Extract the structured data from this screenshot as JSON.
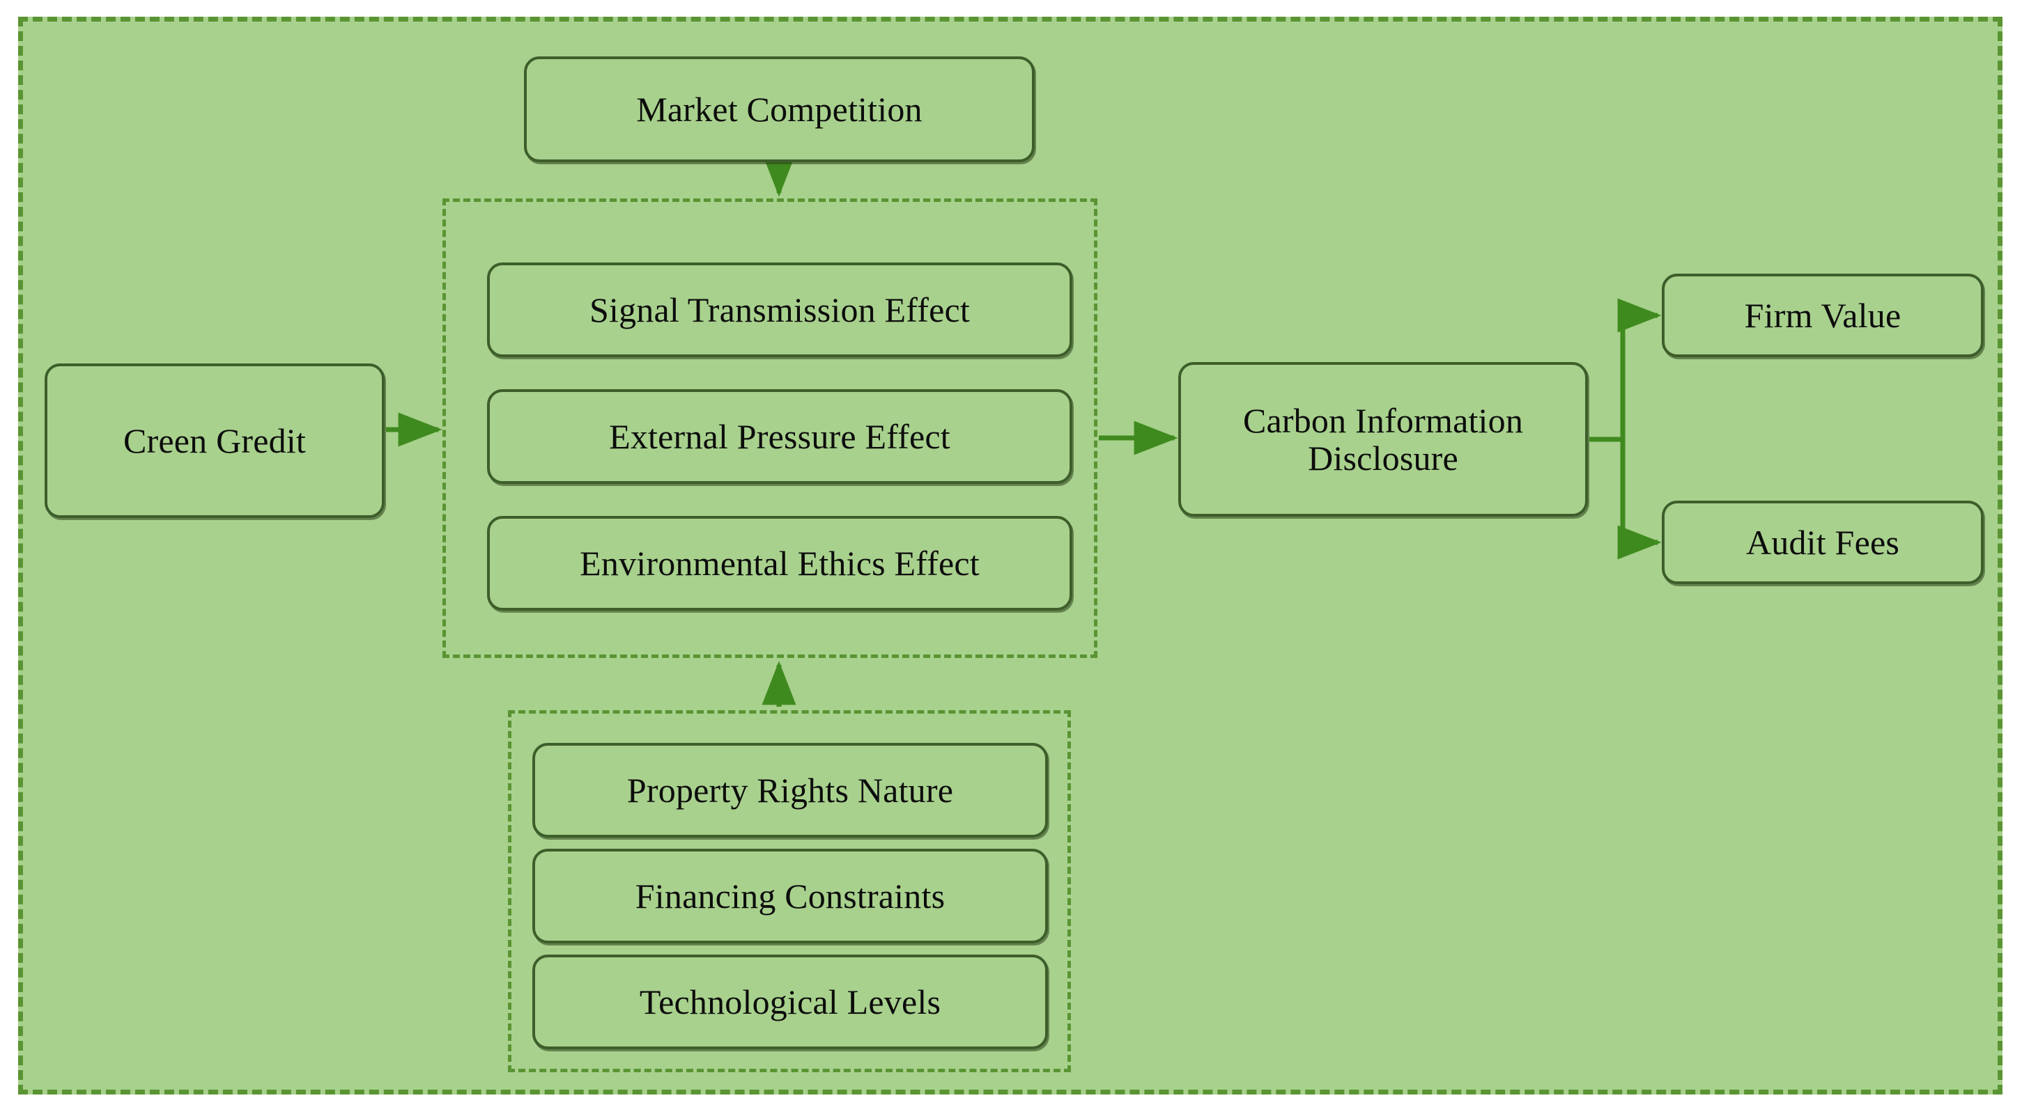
{
  "diagram": {
    "type": "flowchart",
    "title": "Green Credit and Carbon Information Disclosure Research Framework",
    "colors": {
      "panel_background": "#a8d18d",
      "dashed_border": "#5a9433",
      "node_border": "#3d5e2a",
      "arrow": "#3f8a1e",
      "text": "#0c0c0c"
    },
    "nodes": {
      "market_competition": "Market Competition",
      "green_credit": "Creen Gredit",
      "signal_transmission_effect": "Signal Transmission Effect",
      "external_pressure_effect": "External Pressure Effect",
      "environmental_ethics_effect": "Environmental Ethics Effect",
      "property_rights_nature": "Property Rights Nature",
      "financing_constraints": "Financing Constraints",
      "technological_levels": "Technological Levels",
      "carbon_information_disclosure": "Carbon Information\nDisclosure",
      "firm_value": "Firm Value",
      "audit_fees": "Audit Fees"
    },
    "groups": {
      "mechanism_group": "",
      "moderator_group": ""
    },
    "edges": [
      {
        "from": "market_competition",
        "to": "mechanism_group",
        "direction": "down",
        "style": "solid-arrow"
      },
      {
        "from": "green_credit",
        "to": "mechanism_group",
        "direction": "right",
        "style": "solid-arrow"
      },
      {
        "from": "mechanism_group",
        "to": "carbon_information_disclosure",
        "direction": "right",
        "style": "solid-arrow"
      },
      {
        "from": "moderator_group",
        "to": "mechanism_group",
        "direction": "up",
        "style": "solid-arrow"
      },
      {
        "from": "carbon_information_disclosure",
        "to": "firm_value",
        "direction": "right",
        "style": "solid-arrow-branch"
      },
      {
        "from": "carbon_information_disclosure",
        "to": "audit_fees",
        "direction": "right",
        "style": "solid-arrow-branch"
      }
    ]
  }
}
